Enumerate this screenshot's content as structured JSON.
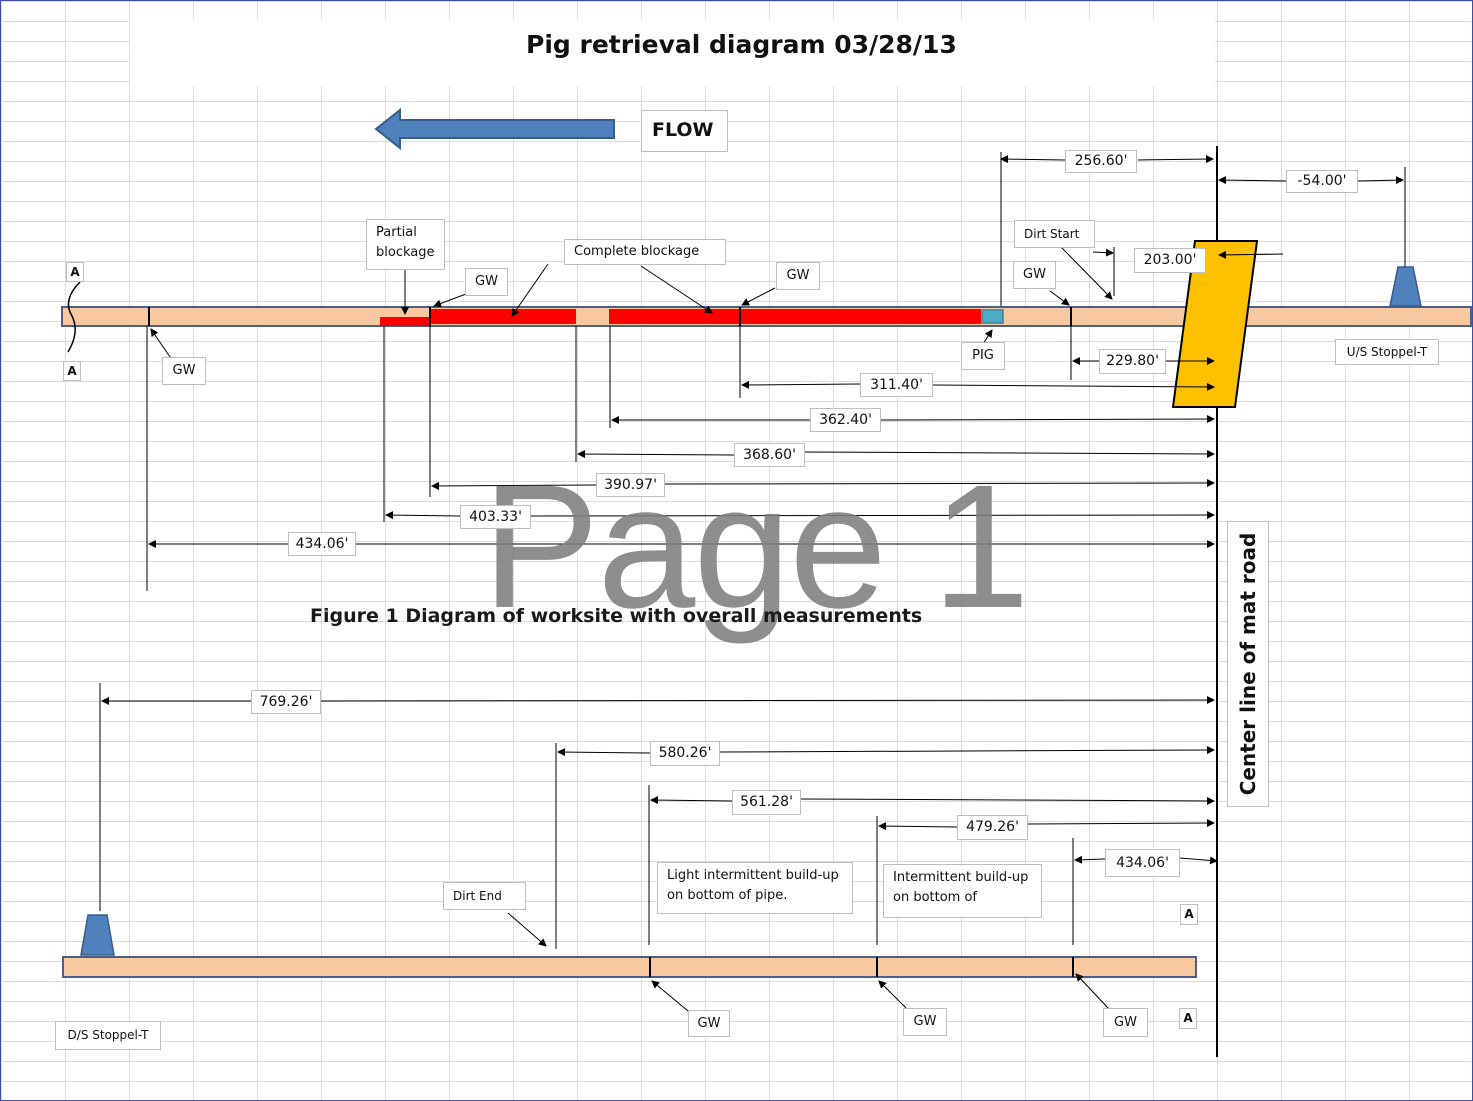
{
  "title": "Pig retrieval diagram  03/28/13",
  "flow_label": "FLOW",
  "watermark": "Page 1",
  "caption": "Figure 1 Diagram of worksite with overall measurements",
  "centerline_label": "Center line of mat  road",
  "colors": {
    "pipe_fill": "#f8c8a0",
    "pipe_border": "#4a5f8a",
    "blockage": "#ff0000",
    "pig": "#4bacc6",
    "stoppel_fill": "#4f81bd",
    "mat_road": "#ffc000",
    "flow_arrow": "#4f81bd"
  },
  "upper_measurements": [
    {
      "id": "m256",
      "label": "256.60'"
    },
    {
      "id": "m54",
      "label": "-54.00'"
    },
    {
      "id": "m203",
      "label": "203.00'"
    },
    {
      "id": "m229",
      "label": "229.80'"
    },
    {
      "id": "m311",
      "label": "311.40'"
    },
    {
      "id": "m362",
      "label": "362.40'"
    },
    {
      "id": "m368",
      "label": "368.60'"
    },
    {
      "id": "m390",
      "label": "390.97'"
    },
    {
      "id": "m403",
      "label": "403.33'"
    },
    {
      "id": "m434a",
      "label": "434.06'"
    }
  ],
  "lower_measurements": [
    {
      "id": "m769",
      "label": "769.26'"
    },
    {
      "id": "m580",
      "label": "580.26'"
    },
    {
      "id": "m561",
      "label": "561.28'"
    },
    {
      "id": "m479",
      "label": "479.26'"
    },
    {
      "id": "m434b",
      "label": "434.06'"
    }
  ],
  "upper_labels": {
    "partial_blockage": "Partial blockage",
    "complete_blockage": "Complete blockage",
    "gw": "GW",
    "dirt_start": "Dirt Start",
    "pig": "PIG",
    "us_stoppel": "U/S Stoppel-T",
    "section_mark": "A"
  },
  "lower_labels": {
    "dirt_end": "Dirt End",
    "light_buildup": "Light intermittent build-up on bottom  of pipe.",
    "intermittent_buildup": "Intermittent build-up on bottom  of",
    "gw": "GW",
    "ds_stoppel": "D/S Stoppel-T",
    "section_mark": "A"
  }
}
